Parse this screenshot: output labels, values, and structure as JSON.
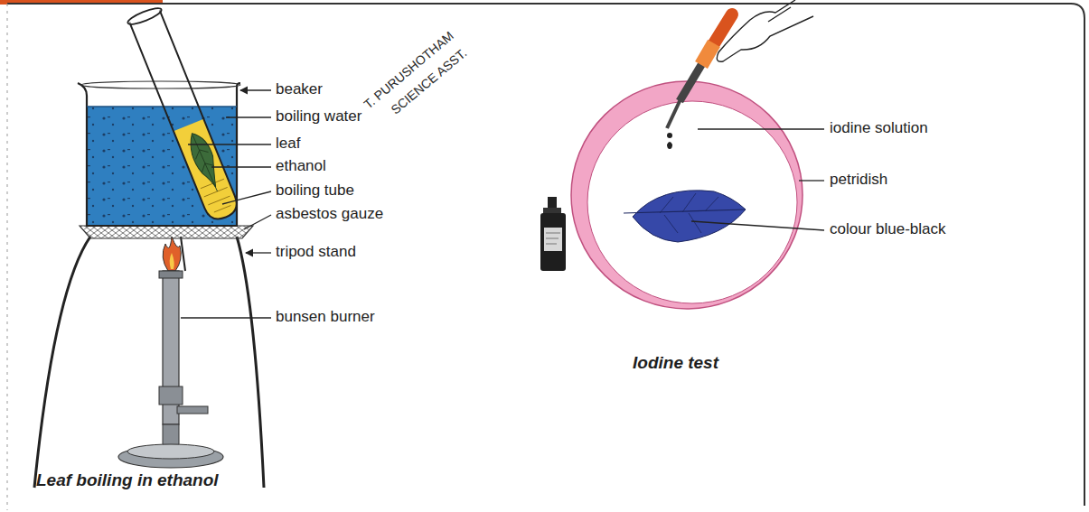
{
  "diagram": {
    "labels": [
      "beaker",
      "boiling water",
      "leaf",
      "ethanol",
      "boiling tube",
      "asbestos gauze",
      "tripod stand",
      "bunsen burner",
      "Leaf boiling in ethanol",
      "iodine solution",
      "petridish",
      "colour blue-black",
      "Iodine test",
      "T. PURUSHOTHAM",
      "SCIENCE ASST."
    ]
  }
}
